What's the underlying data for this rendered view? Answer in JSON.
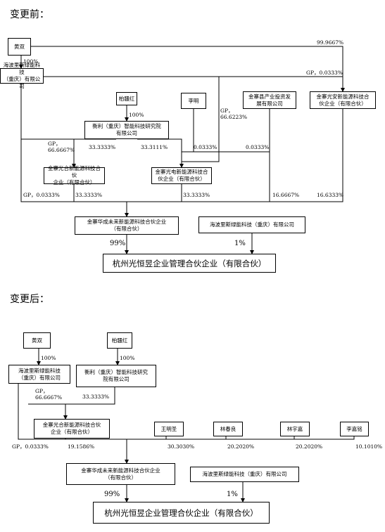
{
  "before": {
    "heading": "变更前：",
    "entities": {
      "huangshuang": "黄双",
      "haibolisi": "海波里斯绿能科技\n（重庆）有限公司",
      "baijianghong": "柏疆红",
      "liming": "李明",
      "county_invest": "金寨县产业投资发\n展有限公司",
      "guangan": "金寨光安新能源科技合\n伙企业（有限合伙）",
      "hengli": "衡利（重庆）智能科技研究院\n有限公司",
      "guanghe": "金寨光合新能源科技合伙\n企业（有限合伙）",
      "guangdian": "金寨光电新能源科技合\n伙企业（有限合伙）",
      "huacheng": "金寨华成未来新能源科技合伙企业\n（有限合伙）",
      "haibo_right": "海波里斯绿能科技（重庆）有限公司",
      "hangzhou": "杭州光恒昱企业管理合伙企业（有限合伙）"
    },
    "labels": {
      "l_99_9667": "99.9667%",
      "l_100_a": "100%",
      "l_gp_0333_top": "GP，0.0333%",
      "l_100_b": "100%",
      "l_gp_66_6223": "GP，\n66.6223%",
      "l_gp_66_6667": "GP，\n66.6667%",
      "l_33_3333_a": "33.3333%",
      "l_33_3111": "33.3111%",
      "l_0_0333_a": "0.0333%",
      "l_0_0333_b": "0.0333%",
      "l_gp_0333_bottom": "GP，0.0333%",
      "l_33_3333_b": "33.3333%",
      "l_33_3333_c": "33.3333%",
      "l_16_6667": "16.6667%",
      "l_16_6333": "16.6333%",
      "l_99": "99%",
      "l_1": "1%"
    }
  },
  "after": {
    "heading": "变更后：",
    "entities": {
      "huangshuang": "黄双",
      "baijianghong": "柏疆红",
      "haibolisi": "海波里斯绿能科技\n（重庆）有限公司",
      "hengli": "衡利（重庆）智能科技研究\n院有限公司",
      "guanghe": "金寨光合新能源科技合伙\n企业（有限合伙）",
      "wangmingsheng": "王明圣",
      "linchunliang": "林春良",
      "linyujia": "林宇嘉",
      "lijiaming": "李嘉铭",
      "huacheng": "金寨华成未来新能源科技合伙企业\n（有限合伙）",
      "haibo_right": "海波里斯绿能科技（重庆）有限公司",
      "hangzhou": "杭州光恒昱企业管理合伙企业（有限合伙）"
    },
    "labels": {
      "l_100_a": "100%",
      "l_100_b": "100%",
      "l_gp_66_6667": "GP，\n66.6667%",
      "l_33_3333": "33.3333%",
      "l_gp_0333": "GP，0.0333%",
      "l_19_1586": "19.1586%",
      "l_30_3030": "30.3030%",
      "l_20_2020_a": "20.2020%",
      "l_20_2020_b": "20.2020%",
      "l_10_1010": "10.1010%",
      "l_99": "99%",
      "l_1": "1%"
    }
  }
}
